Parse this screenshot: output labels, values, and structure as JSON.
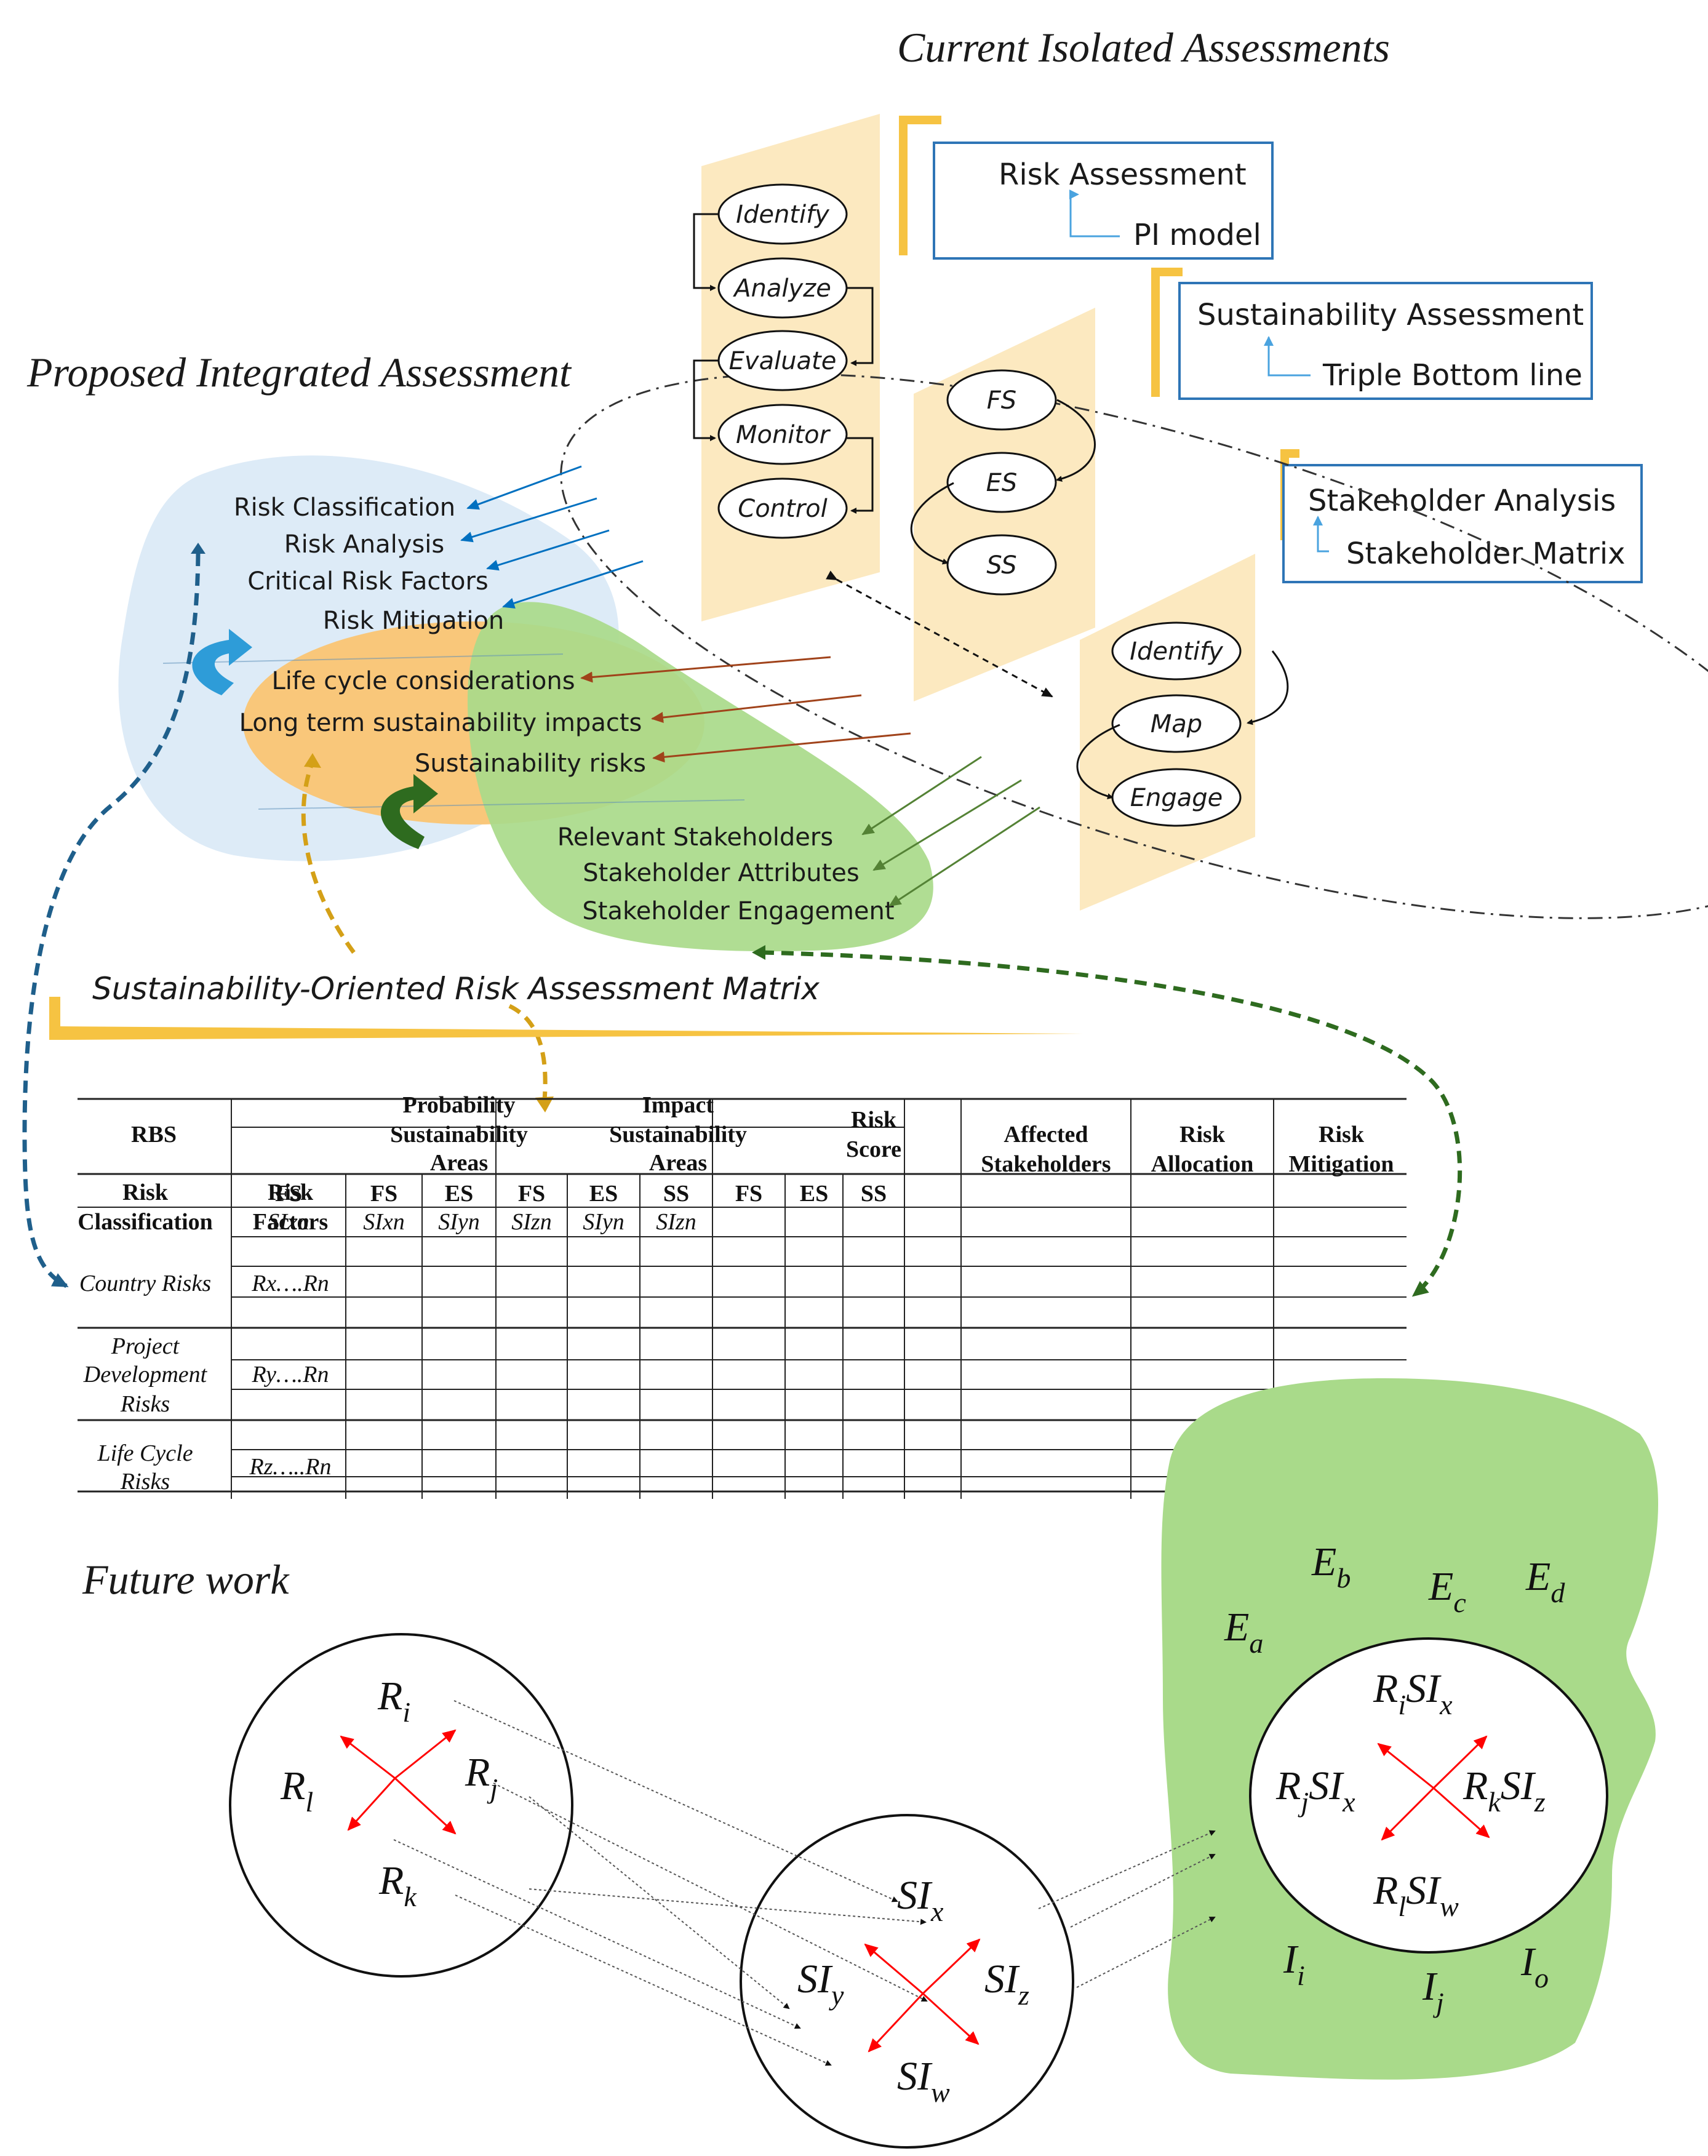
{
  "titles": {
    "current": "Current Isolated Assessments",
    "proposed": "Proposed Integrated Assessment",
    "matrix": "Sustainability-Oriented Risk Assessment Matrix",
    "future": "Future work"
  },
  "boxes": {
    "risk": {
      "title": "Risk Assessment",
      "sub": "PI model"
    },
    "sustainability": {
      "title": "Sustainability Assessment",
      "sub": "Triple Bottom line"
    },
    "stakeholder": {
      "title": "Stakeholder Analysis",
      "sub": "Stakeholder Matrix"
    }
  },
  "risk_steps": [
    "Identify",
    "Analyze",
    "Evaluate",
    "Monitor",
    "Control"
  ],
  "sus_steps": [
    "FS",
    "ES",
    "SS"
  ],
  "stake_steps": [
    "Identify",
    "Map",
    "Engage"
  ],
  "integrated": {
    "risk_items": [
      "Risk Classification",
      "Risk Analysis",
      "Critical Risk Factors",
      "Risk Mitigation"
    ],
    "sus_items": [
      "Life cycle considerations",
      "Long term sustainability impacts",
      "Sustainability risks"
    ],
    "stake_items": [
      "Relevant Stakeholders",
      "Stakeholder Attributes",
      "Stakeholder Engagement"
    ]
  },
  "table": {
    "rbs": "RBS",
    "prob_top": "Probability",
    "impact_top": "Impact",
    "areas_line1": "Sustainability",
    "areas_line2": "Areas",
    "risk_score_1": "Risk",
    "risk_score_2": "Score",
    "affected_1": "Affected",
    "affected_2": "Stakeholders",
    "alloc_1": "Risk",
    "alloc_2": "Allocation",
    "mitig_1": "Risk",
    "mitig_2": "Mitigation",
    "class_1": "Risk",
    "class_2": "Classification",
    "factors_1": "Risk",
    "factors_2": "Factors",
    "prob_cols": [
      "FS",
      "FS",
      "ES"
    ],
    "prob_si": [
      "SIxn",
      "SIxn",
      "SIyn"
    ],
    "impact_cols": [
      "FS",
      "ES",
      "SS"
    ],
    "impact_si": [
      "SIzn",
      "SIyn",
      "SIzn"
    ],
    "score_cols": [
      "FS",
      "ES",
      "SS"
    ],
    "rows": [
      {
        "classification": [
          "Country Risks"
        ],
        "factors": "Rx….Rn"
      },
      {
        "classification": [
          "Project",
          "Development",
          "Risks"
        ],
        "factors": "Ry….Rn"
      },
      {
        "classification": [
          "Life Cycle",
          "Risks"
        ],
        "factors": "Rz…..Rn"
      }
    ]
  },
  "future": {
    "risks": [
      {
        "base": "R",
        "sub": "i"
      },
      {
        "base": "R",
        "sub": "l"
      },
      {
        "base": "R",
        "sub": "j"
      },
      {
        "base": "R",
        "sub": "k"
      }
    ],
    "si": [
      {
        "base": "SI",
        "sub": "x"
      },
      {
        "base": "SI",
        "sub": "y"
      },
      {
        "base": "SI",
        "sub": "z"
      },
      {
        "base": "SI",
        "sub": "w"
      }
    ],
    "combined": [
      {
        "a": "R",
        "as": "i",
        "b": "SI",
        "bs": "x"
      },
      {
        "a": "R",
        "as": "j",
        "b": "SI",
        "bs": "x"
      },
      {
        "a": "R",
        "as": "k",
        "b": "SI",
        "bs": "z"
      },
      {
        "a": "R",
        "as": "l",
        "b": "SI",
        "bs": "w"
      }
    ],
    "env_e": [
      {
        "base": "E",
        "sub": "a"
      },
      {
        "base": "E",
        "sub": "b"
      },
      {
        "base": "E",
        "sub": "c"
      },
      {
        "base": "E",
        "sub": "d"
      }
    ],
    "env_i": [
      {
        "base": "I",
        "sub": "i"
      },
      {
        "base": "I",
        "sub": "j"
      },
      {
        "base": "I",
        "sub": "o"
      }
    ]
  },
  "colors": {
    "cream": "#FCE9C0",
    "blue_zone": "#DDEBF7",
    "orange_zone": "#F9C77A",
    "green_zone": "#A9DA8A",
    "box_border": "#2E75B6",
    "blue_arrow": "#0070C0",
    "brown_arrow": "#A0421A",
    "green_arrow": "#548235",
    "red_arrow": "#FF0000"
  }
}
